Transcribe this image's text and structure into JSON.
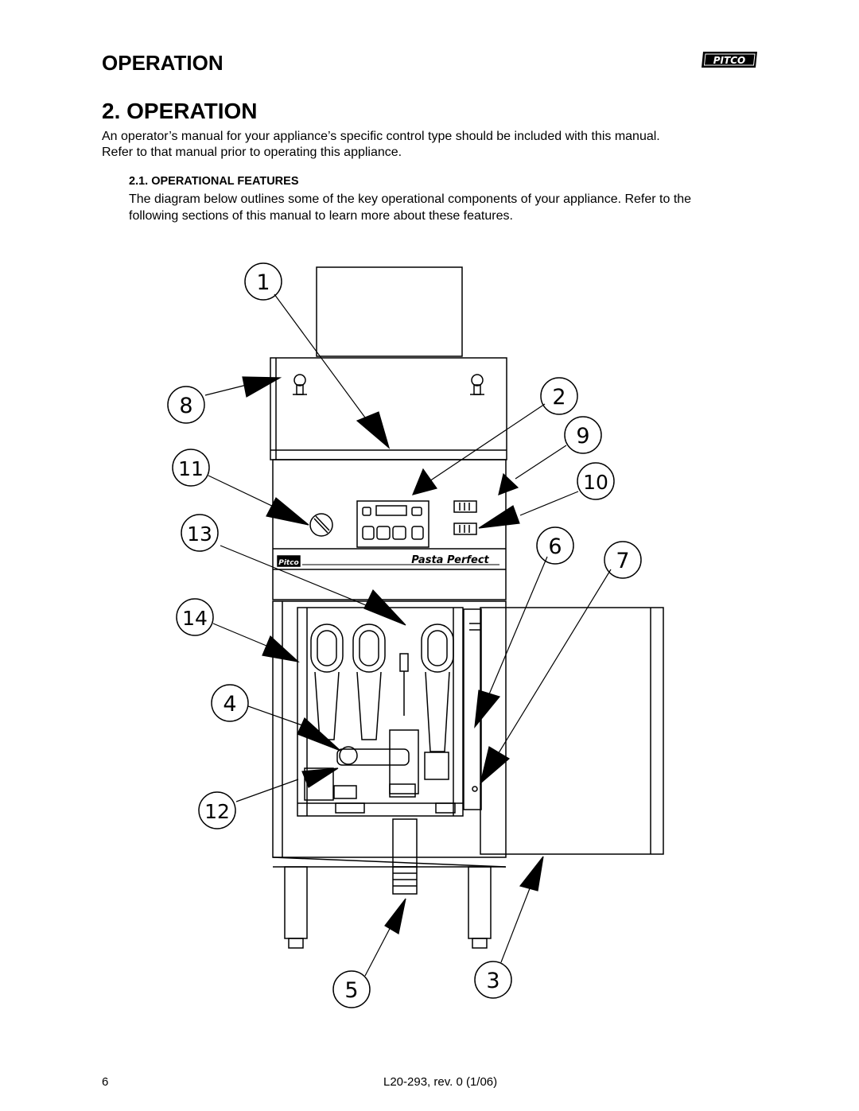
{
  "header": {
    "title": "OPERATION",
    "logo_text": "PITCO"
  },
  "section": {
    "title": "2. OPERATION",
    "intro_line1": "An operator’s manual for your appliance’s specific control type should be included with this manual.",
    "intro_line2": "Refer to that manual prior to operating this appliance."
  },
  "subsection": {
    "title": "2.1.   OPERATIONAL FEATURES",
    "text_line1": "The diagram below outlines some of the key operational components of your appliance.  Refer to the",
    "text_line2": "following sections of this manual to learn more about these features."
  },
  "diagram": {
    "callouts": [
      "1",
      "2",
      "3",
      "4",
      "5",
      "6",
      "7",
      "8",
      "9",
      "10",
      "11",
      "12",
      "13",
      "14"
    ],
    "badge_brand": "Pitco",
    "badge_model": "Pasta Perfect"
  },
  "footer": {
    "page_number": "6",
    "doc_ref": "L20-293, rev. 0 (1/06)"
  }
}
